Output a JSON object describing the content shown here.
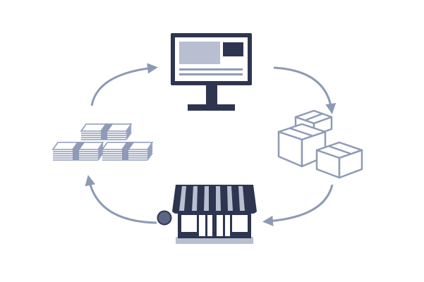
{
  "diagram": {
    "type": "cycle",
    "nodes": [
      {
        "id": "computer",
        "icon": "computer-monitor-icon"
      },
      {
        "id": "boxes",
        "icon": "package-boxes-icon"
      },
      {
        "id": "store",
        "icon": "storefront-icon"
      },
      {
        "id": "money",
        "icon": "money-stacks-icon"
      }
    ],
    "flow": [
      "computer",
      "boxes",
      "store",
      "money",
      "computer"
    ],
    "colors": {
      "dark": "#2e3550",
      "mid": "#8e9ab6",
      "light": "#b7bfd0",
      "arrow": "#8d9ab3",
      "background": "#ffffff"
    }
  }
}
